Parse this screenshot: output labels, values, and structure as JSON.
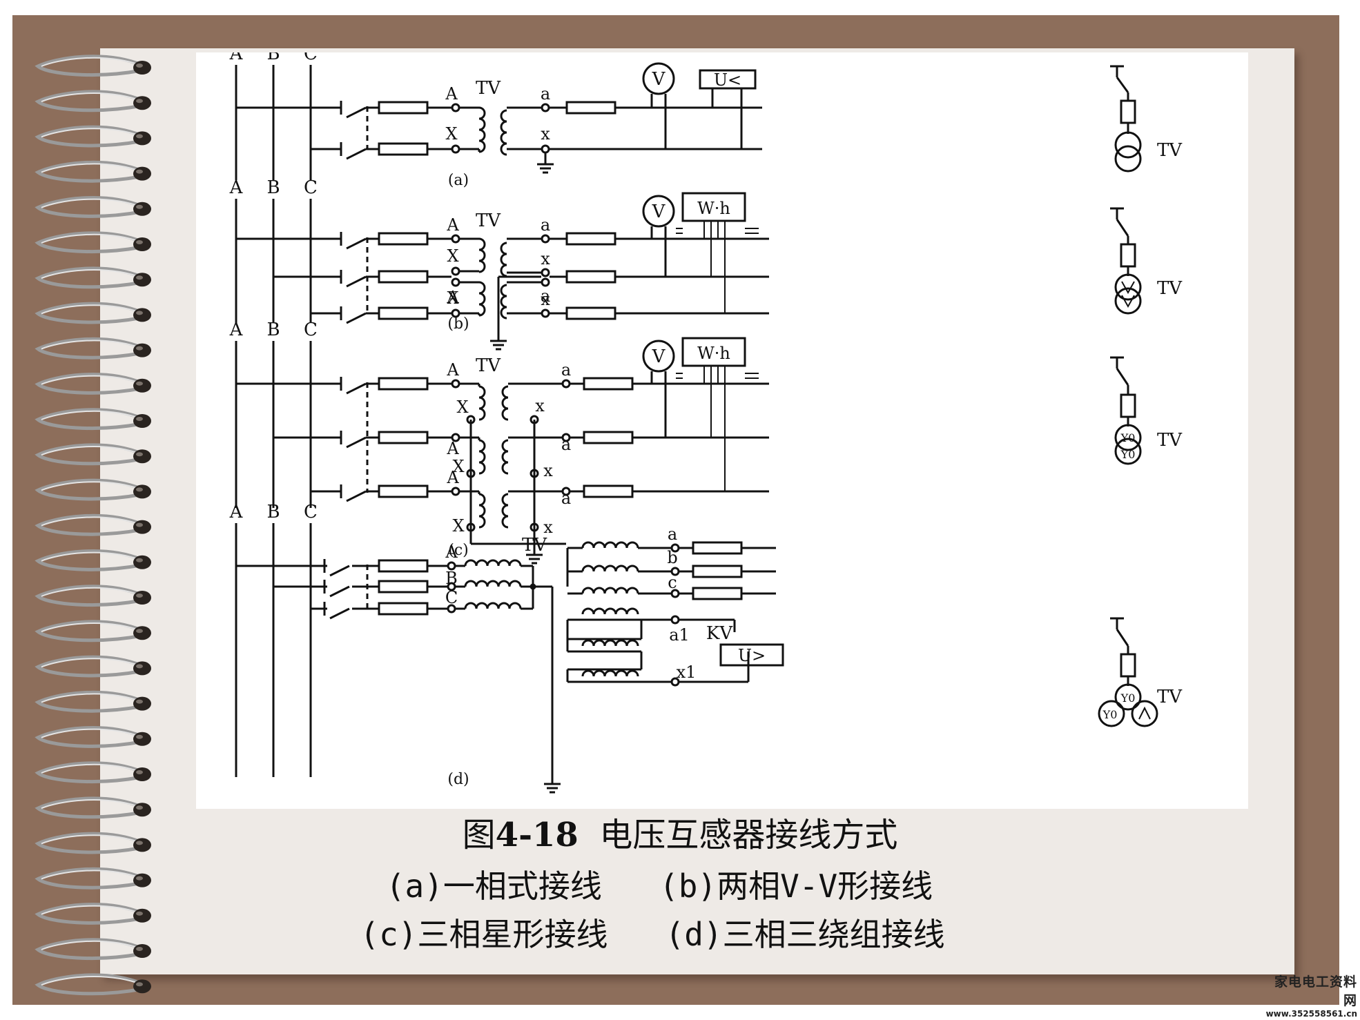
{
  "figure": {
    "title_prefix": "图",
    "title_number": "4-18",
    "title_text": "电压互感器接线方式",
    "legend_line1": "(a)一相式接线   (b)两相V-V形接线",
    "legend_line2": "(c)三相星形接线   (d)三相三绕组接线"
  },
  "diagram": {
    "bus_labels": [
      "A",
      "B",
      "C"
    ],
    "panels": [
      {
        "id": "a",
        "label": "(a)",
        "primary_terminals": [
          "A",
          "X"
        ],
        "secondary_terminals": [
          "a",
          "x"
        ],
        "tv_label": "TV",
        "meters": [
          "V",
          "U<"
        ],
        "symbol_label": "TV"
      },
      {
        "id": "b",
        "label": "(b)",
        "primary_terminals": [
          "A",
          "X",
          "A",
          "X"
        ],
        "secondary_terminals": [
          "a",
          "x",
          "a",
          "x"
        ],
        "tv_label": "TV",
        "meters": [
          "V",
          "W·h"
        ],
        "symbol_label": "TV"
      },
      {
        "id": "c",
        "label": "(c)",
        "primary_terminals": [
          "A",
          "X",
          "A",
          "X",
          "A",
          "X"
        ],
        "secondary_terminals": [
          "a",
          "x",
          "a",
          "x",
          "a",
          "x"
        ],
        "tv_label": "TV",
        "meters": [
          "V",
          "W·h"
        ],
        "symbol_label": "TV",
        "symbol_marks": [
          "Y0",
          "Y0"
        ]
      },
      {
        "id": "d",
        "label": "(d)",
        "primary_terminals": [
          "A",
          "B",
          "C"
        ],
        "secondary_terminals": [
          "a",
          "b",
          "c",
          "a1",
          "x1"
        ],
        "tv_label": "TV",
        "meters": [
          "KV",
          "U>"
        ],
        "symbol_label": "TV",
        "symbol_marks": [
          "Y0",
          "Y0"
        ]
      }
    ]
  },
  "watermark": {
    "text": "家电电工资料网",
    "url": "www.352558561.cn"
  }
}
